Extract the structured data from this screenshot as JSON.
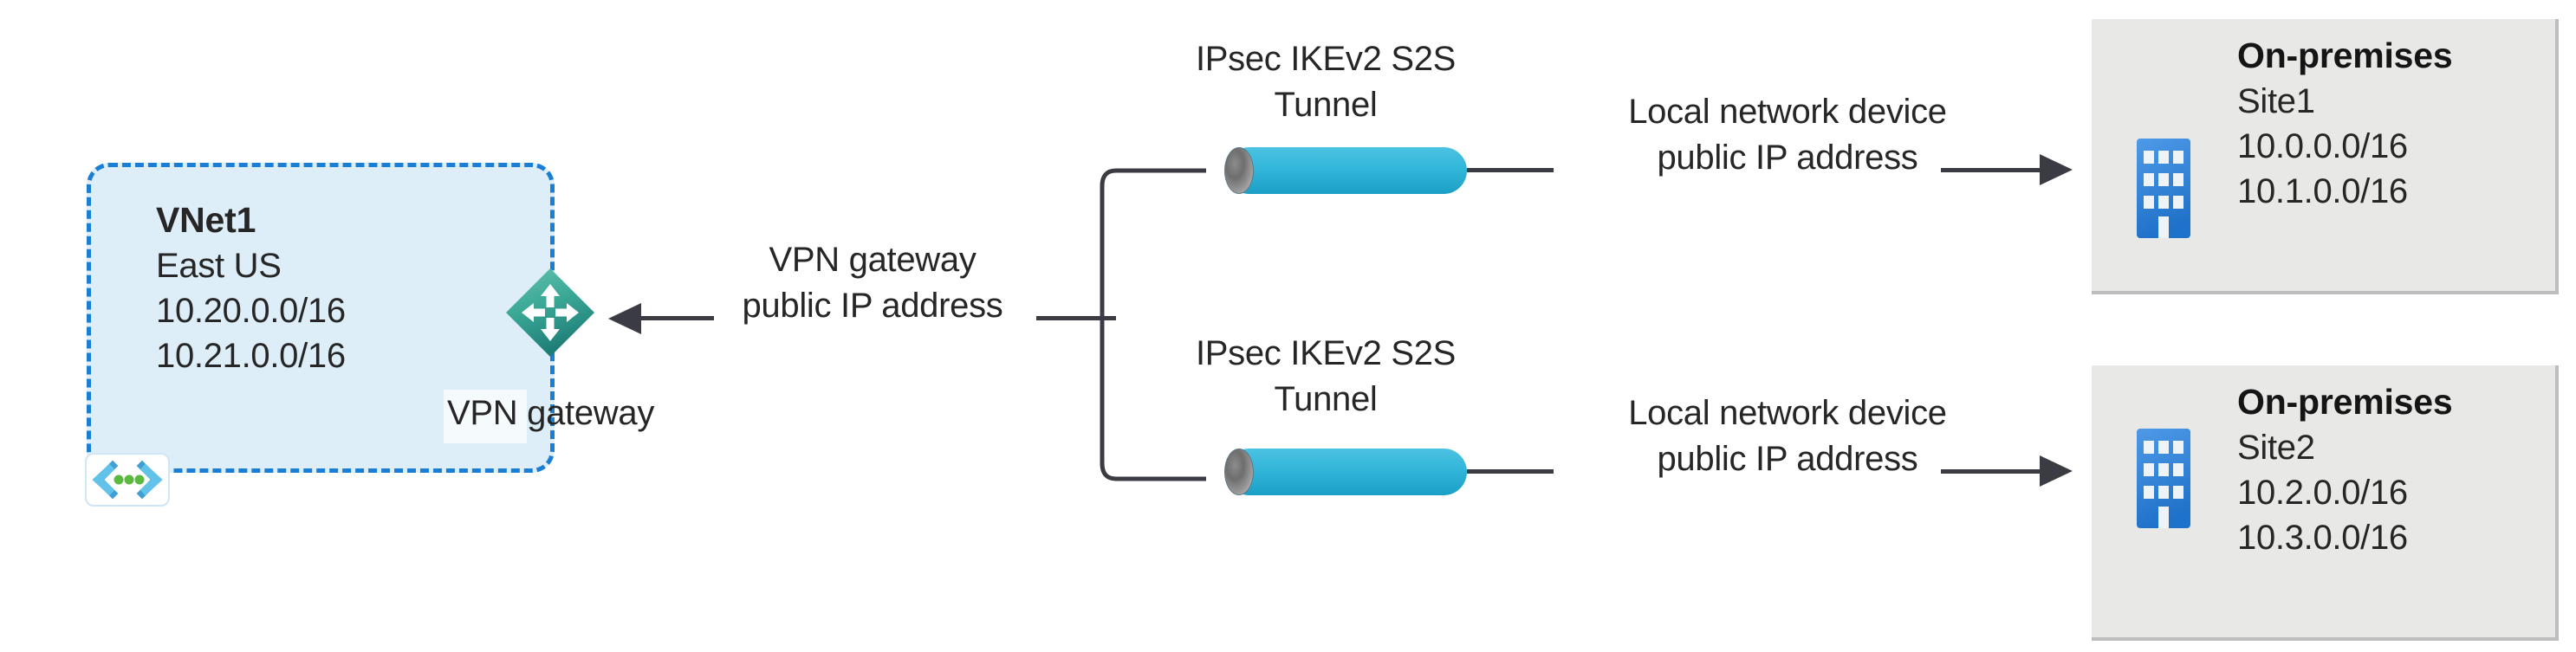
{
  "diagram": {
    "title": "Azure VPN Gateway multi-site connection diagram",
    "colors": {
      "vnet_fill": "#deeef9",
      "vnet_border": "#1a7fd4",
      "gateway_teal": "#35a494",
      "tunnel_blue": "#32b6da",
      "site_fill": "#e8e8e6",
      "building_blue": "#2f80d8",
      "connector": "#3b3b44",
      "text": "#262626"
    }
  },
  "vnet": {
    "icon_name": "virtual-network-icon",
    "name": "VNet1",
    "region": "East US",
    "address_spaces": [
      "10.20.0.0/16",
      "10.21.0.0/16"
    ]
  },
  "gateway": {
    "icon_name": "vpn-gateway-icon",
    "label": "VPN gateway",
    "public_ip_label_line1": "VPN gateway",
    "public_ip_label_line2": "public IP address"
  },
  "connections": [
    {
      "tunnel_label_line1": "IPsec IKEv2 S2S",
      "tunnel_label_line2": "Tunnel",
      "device_label_line1": "Local network device",
      "device_label_line2": "public IP address"
    },
    {
      "tunnel_label_line1": "IPsec IKEv2 S2S",
      "tunnel_label_line2": "Tunnel",
      "device_label_line1": "Local network device",
      "device_label_line2": "public IP address"
    }
  ],
  "sites": [
    {
      "icon_name": "office-building-icon",
      "title": "On-premises",
      "name": "Site1",
      "address_spaces": [
        "10.0.0.0/16",
        "10.1.0.0/16"
      ]
    },
    {
      "icon_name": "office-building-icon",
      "title": "On-premises",
      "name": "Site2",
      "address_spaces": [
        "10.2.0.0/16",
        "10.3.0.0/16"
      ]
    }
  ]
}
